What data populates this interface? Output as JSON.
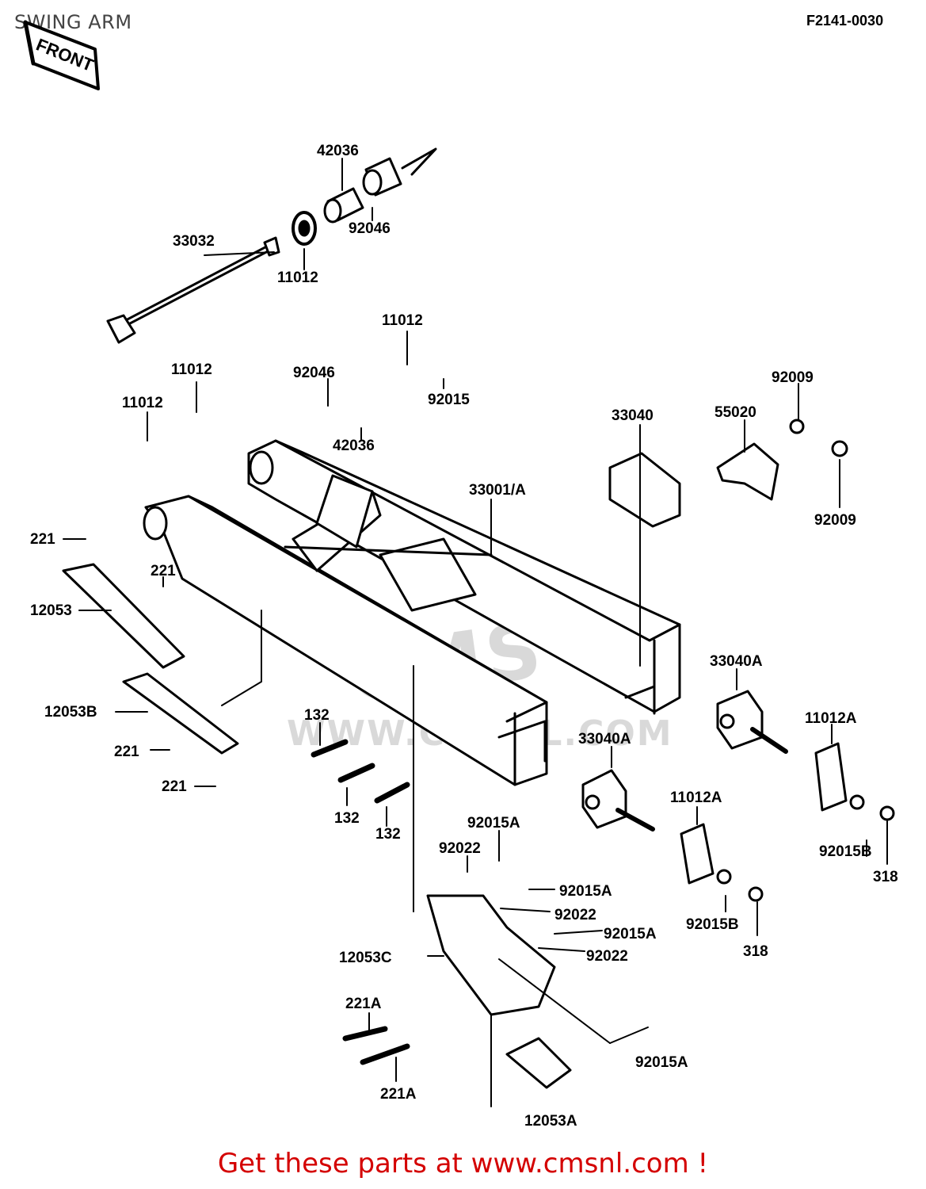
{
  "header": {
    "title": "SWING ARM",
    "diagram_code": "F2141-0030"
  },
  "front_marker": "FRONT",
  "watermark": {
    "logo": "CMS",
    "url": "WWW.CMSNL.COM"
  },
  "footer": {
    "text": "Get these parts at www.cmsnl.com !"
  },
  "colors": {
    "footer_text": "#d40000",
    "line": "#000000",
    "watermark": "#d9d9d9"
  },
  "parts": [
    {
      "label": "42036"
    },
    {
      "label": "92046"
    },
    {
      "label": "33032"
    },
    {
      "label": "11012"
    },
    {
      "label": "11012"
    },
    {
      "label": "92046"
    },
    {
      "label": "92015"
    },
    {
      "label": "11012"
    },
    {
      "label": "11012"
    },
    {
      "label": "42036"
    },
    {
      "label": "33040"
    },
    {
      "label": "55020"
    },
    {
      "label": "92009"
    },
    {
      "label": "92009"
    },
    {
      "label": "33001/A"
    },
    {
      "label": "221"
    },
    {
      "label": "221"
    },
    {
      "label": "12053"
    },
    {
      "label": "12053B"
    },
    {
      "label": "221"
    },
    {
      "label": "221"
    },
    {
      "label": "132"
    },
    {
      "label": "132"
    },
    {
      "label": "132"
    },
    {
      "label": "33040A"
    },
    {
      "label": "11012A"
    },
    {
      "label": "33040A"
    },
    {
      "label": "11012A"
    },
    {
      "label": "92015B"
    },
    {
      "label": "318"
    },
    {
      "label": "92015A"
    },
    {
      "label": "92022"
    },
    {
      "label": "92015A"
    },
    {
      "label": "92022"
    },
    {
      "label": "92015A"
    },
    {
      "label": "92022"
    },
    {
      "label": "92015B"
    },
    {
      "label": "318"
    },
    {
      "label": "12053C"
    },
    {
      "label": "221A"
    },
    {
      "label": "221A"
    },
    {
      "label": "92015A"
    },
    {
      "label": "12053A"
    }
  ]
}
